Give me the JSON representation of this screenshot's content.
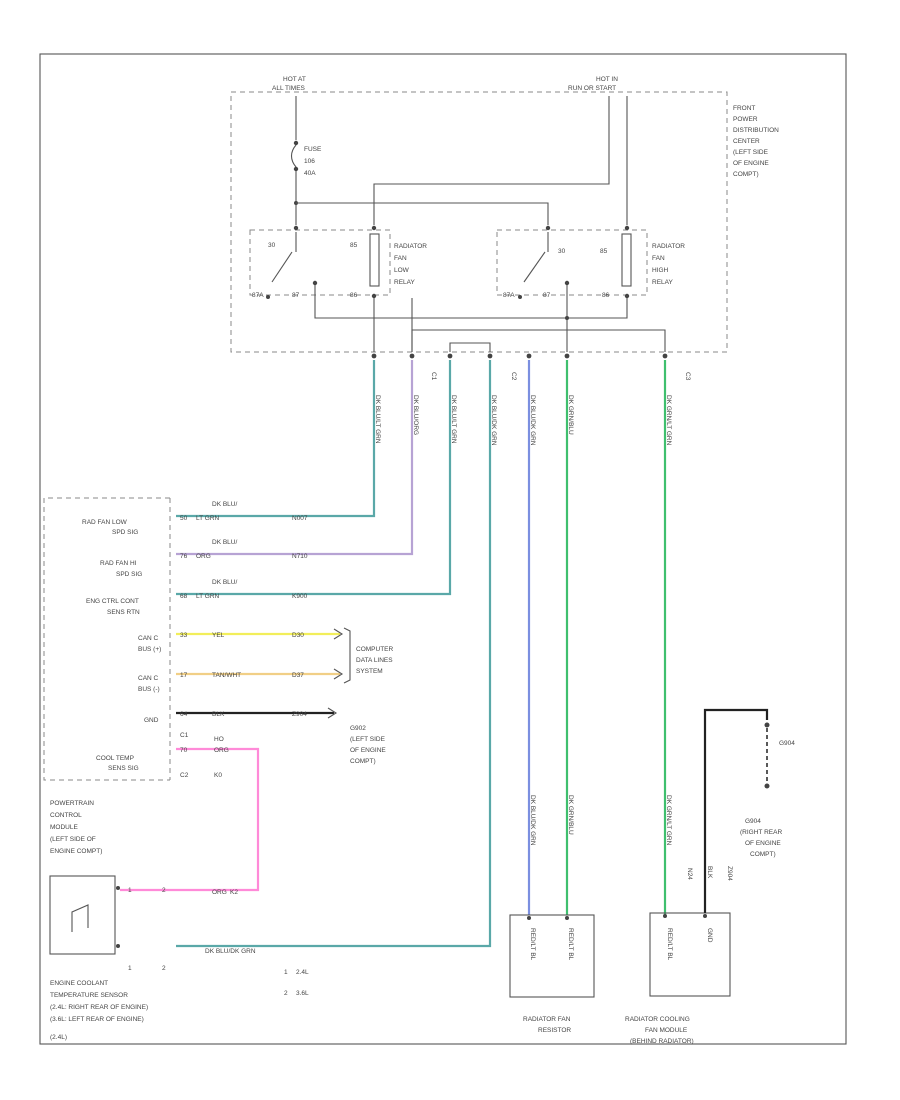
{
  "labels": {
    "hot_all_times": [
      "HOT AT",
      "ALL TIMES"
    ],
    "hot_run_start": [
      "HOT IN",
      "RUN OR START"
    ],
    "fuse": [
      "FUSE",
      "106",
      "40A"
    ],
    "pdc": [
      "FRONT",
      "POWER",
      "DISTRIBUTION",
      "CENTER",
      "(LEFT SIDE",
      "OF ENGINE",
      "COMPT)"
    ],
    "relay_low": [
      "RADIATOR",
      "FAN",
      "LOW",
      "RELAY"
    ],
    "relay_high": [
      "RADIATOR",
      "FAN",
      "HIGH",
      "RELAY"
    ],
    "relay_pins": {
      "com": "30",
      "coil": "85",
      "nc": "87A",
      "no": "87",
      "coil2": "86"
    },
    "pcm_pins": [
      {
        "name": [
          "RAD FAN LOW",
          "SPD SIG"
        ],
        "pin": "50",
        "color": "DK BLU/",
        "color2": "LT GRN",
        "circuit": "N007"
      },
      {
        "name": [
          "RAD FAN HI",
          "SPD SIG"
        ],
        "pin": "76",
        "color": "DK BLU/",
        "color2": "ORG",
        "circuit": "N710"
      },
      {
        "name": [
          "ENG CTRL CONT",
          "SENS RTN"
        ],
        "pin": "68",
        "color": "DK BLU/",
        "color2": "LT GRN",
        "circuit": "K900"
      },
      {
        "name": [
          "CAN C",
          "BUS (+)"
        ],
        "pin": "33",
        "color": "YEL",
        "color2": "",
        "circuit": "D30"
      },
      {
        "name": [
          "CAN C",
          "BUS (-)"
        ],
        "pin": "17",
        "color": "TAN/WHT",
        "color2": "",
        "circuit": "D37"
      },
      {
        "name": [
          "GND"
        ],
        "pin": "64",
        "color": "BLK",
        "color2": "",
        "circuit": "Z904"
      },
      {
        "name": [
          "COOL TEMP",
          "SENS SIG"
        ],
        "pin": "70",
        "color": "ORG",
        "color2": "",
        "circuit": "K2"
      }
    ],
    "pcm_side_codes": [
      "C1",
      "C2"
    ],
    "pcm_side_vals": [
      "HO",
      "K0"
    ],
    "pcm": [
      "POWERTRAIN",
      "CONTROL",
      "MODULE",
      "(LEFT SIDE OF",
      "ENGINE COMPT)"
    ],
    "data_lines": [
      "COMPUTER",
      "DATA LINES",
      "SYSTEM"
    ],
    "ground_g902": [
      "G902",
      "(LEFT SIDE",
      "OF ENGINE",
      "COMPT)"
    ],
    "ground_g904": [
      "G904",
      "(RIGHT REAR",
      "OF ENGINE",
      "COMPT)"
    ],
    "g904_tag": "G904",
    "ect_sensor": [
      "ENGINE COOLANT",
      "TEMPERATURE SENSOR",
      "(2.4L: RIGHT REAR OF ENGINE)",
      "(3.6L: LEFT REAR OF ENGINE)",
      "(2.4L)"
    ],
    "ect_wire1": [
      "ORG",
      "K2"
    ],
    "ect_wire2": "DK BLU/DK GRN",
    "ect_pins": [
      "1",
      "2"
    ],
    "engine_legend": [
      [
        "1",
        "2.4L"
      ],
      [
        "2",
        "3.6L"
      ]
    ],
    "resistor": [
      "RADIATOR FAN",
      "RESISTOR"
    ],
    "fan_module": [
      "RADIATOR COOLING",
      "FAN MODULE",
      "(BEHIND RADIATOR)"
    ],
    "vertical_wire_codes": [
      "DK BLU/LT GRN",
      "DK BLU/ORG",
      "DK BLU/LT GRN",
      "DK BLU/DK GRN",
      "DK BLU/DK GRN",
      "DK GRN/BLU",
      "DK GRN/LT GRN"
    ],
    "connector_codes": [
      "C1",
      "C2",
      "C3"
    ],
    "resistor_pins": [
      "RED/LT BL",
      "RED/LT BL"
    ],
    "module_pins": [
      "RED/LT BL",
      "GND"
    ],
    "module_wire": [
      "N24",
      "BLK",
      "Z904"
    ]
  },
  "colors": {
    "teal": "#5aa8a8",
    "green": "#3fbf6e",
    "blue": "#7b8fe0",
    "purple": "#b7a3d4",
    "yellow": "#f2ee5a",
    "tan": "#f1cf86",
    "black": "#222222",
    "pink": "#ff8ad8",
    "line": "#555555"
  }
}
